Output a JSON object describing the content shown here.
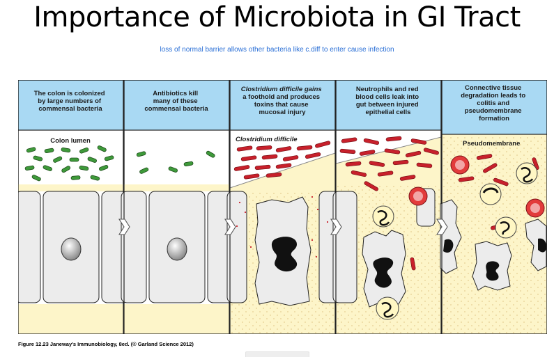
{
  "slide": {
    "title": "Importance of Microbiota in GI Tract",
    "subtitle": "loss of normal barrier allows other bacteria like c.diff to enter cause infection"
  },
  "figure": {
    "panels": [
      {
        "header": [
          "The colon is colonized",
          "by large numbers of",
          "commensal bacteria"
        ],
        "label": "Colon lumen"
      },
      {
        "header": [
          "Antibiotics kill",
          "many of these",
          "commensal bacteria"
        ],
        "label": ""
      },
      {
        "header": [
          "Clostridium difficile gains",
          "a foothold and produces",
          "toxins that cause",
          "mucosal injury"
        ],
        "label": "Clostridium difficile"
      },
      {
        "header": [
          "Neutrophils and red",
          "blood cells leak into",
          "gut between injured",
          "epithelial cells"
        ],
        "label": ""
      },
      {
        "header": [
          "Connective tissue",
          "degradation leads to",
          "colitis and",
          "pseudomembrane",
          "formation"
        ],
        "label": "Pseudomembrane"
      }
    ],
    "caption": "Figure 12.23 Janeway's Immunobiology, 8ed. (© Garland Science 2012)"
  },
  "colors": {
    "header_bg": "#a9d9f3",
    "submucosa": "#fdf5c9",
    "cell_bg": "#ececec",
    "commensal": "#3e9a3a",
    "c_difficile": "#c8202b",
    "nucleus": "#111111",
    "title_link": "#2a6fd6"
  }
}
